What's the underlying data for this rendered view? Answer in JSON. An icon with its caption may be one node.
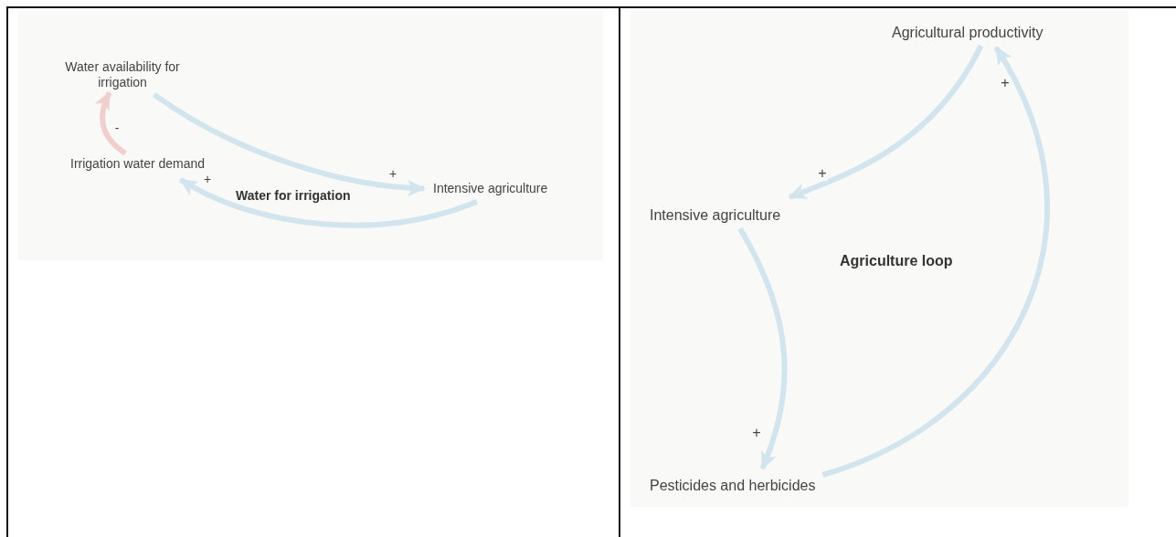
{
  "diagram": {
    "nodes": [
      {
        "text": [
          "Water for irrigation"
        ]
      },
      {
        "text": [
          "Water availability for irrigation"
        ],
        "in": 0
      },
      {
        "text": [
          "Irrigation water demand"
        ],
        "in": 0
      },
      {
        "text": [
          "Intensive agriculture"
        ],
        "in": 0
      },
      {
        "text": [
          "Agriculture loop"
        ]
      },
      {
        "text": [
          "Agricultural productivity"
        ],
        "in": 4
      },
      {
        "text": [
          "Intensive agriculture"
        ],
        "in": 4
      },
      {
        "text": [
          "Pesticides and herbicides"
        ],
        "in": 4
      }
    ],
    "edges": [
      {
        "from": 1,
        "to": 3,
        "arrow": "to",
        "label": "+"
      },
      {
        "from": 3,
        "to": 2,
        "arrow": "to",
        "label": "+"
      },
      {
        "from": 2,
        "to": 1,
        "arrow": "to",
        "label": "-",
        "color": "#f2cfcf"
      },
      {
        "from": 5,
        "to": 6,
        "arrow": "to",
        "label": "+"
      },
      {
        "from": 6,
        "to": 7,
        "arrow": "to",
        "label": "+"
      },
      {
        "from": 7,
        "to": 5,
        "arrow": "to",
        "label": "+"
      }
    ]
  }
}
